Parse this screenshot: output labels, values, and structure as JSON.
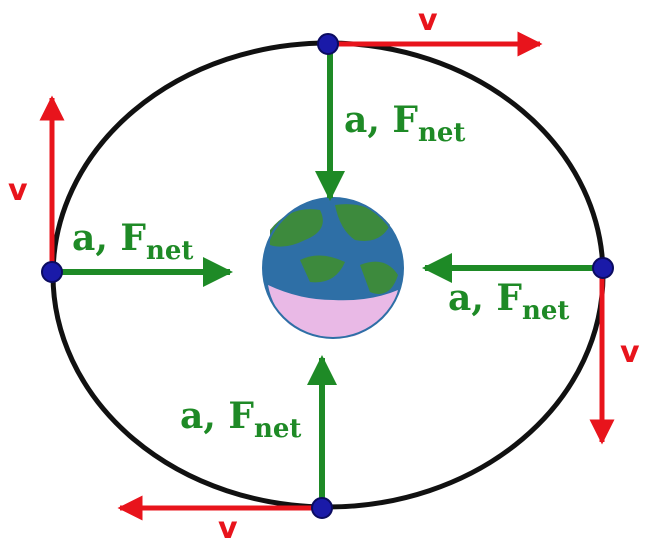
{
  "colors": {
    "orbit": "#111111",
    "velocity": "#e8141c",
    "acceleration": "#1e8a26",
    "satellite": "#1a1aa8",
    "earth_ocean": "#2e6fa6",
    "earth_land": "#3d8a3d",
    "earth_ice": "#e9b9e6"
  },
  "icons": {
    "planet": "earth-icon",
    "satellite": "satellite-dot-icon"
  },
  "labels": {
    "velocity": "v",
    "accel_prefix": "a, F",
    "accel_subscript": "net"
  }
}
